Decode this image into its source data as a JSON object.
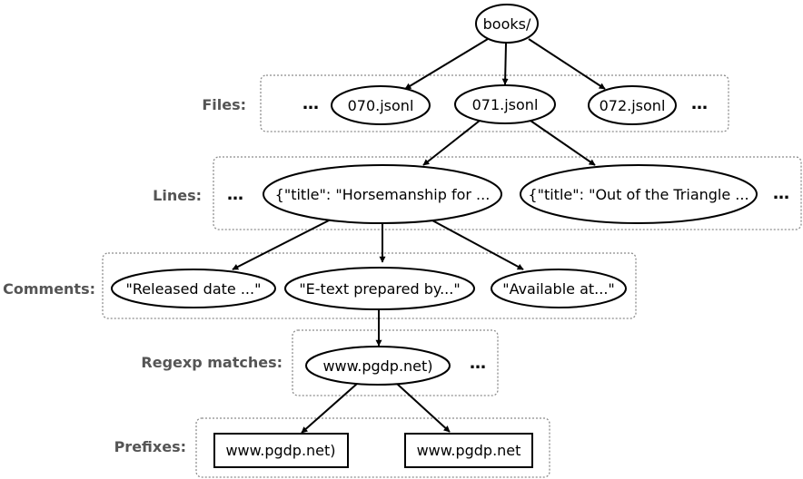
{
  "rows": {
    "files": "Files:",
    "lines": "Lines:",
    "comments": "Comments:",
    "regexp": "Regexp matches:",
    "prefixes": "Prefixes:"
  },
  "nodes": {
    "books": "books/",
    "file_070": "070.jsonl",
    "file_071": "071.jsonl",
    "file_072": "072.jsonl",
    "line_1": "{\"title\": \"Horsemanship for ...",
    "line_2": "{\"title\": \"Out of the Triangle ...",
    "comment_1": "\"Released date ...\"",
    "comment_2": "\"E-text prepared by...\"",
    "comment_3": "\"Available at...\"",
    "match_1": "www.pgdp.net)",
    "prefix_1": "www.pgdp.net)",
    "prefix_2": "www.pgdp.net"
  },
  "ellipsis": "…"
}
